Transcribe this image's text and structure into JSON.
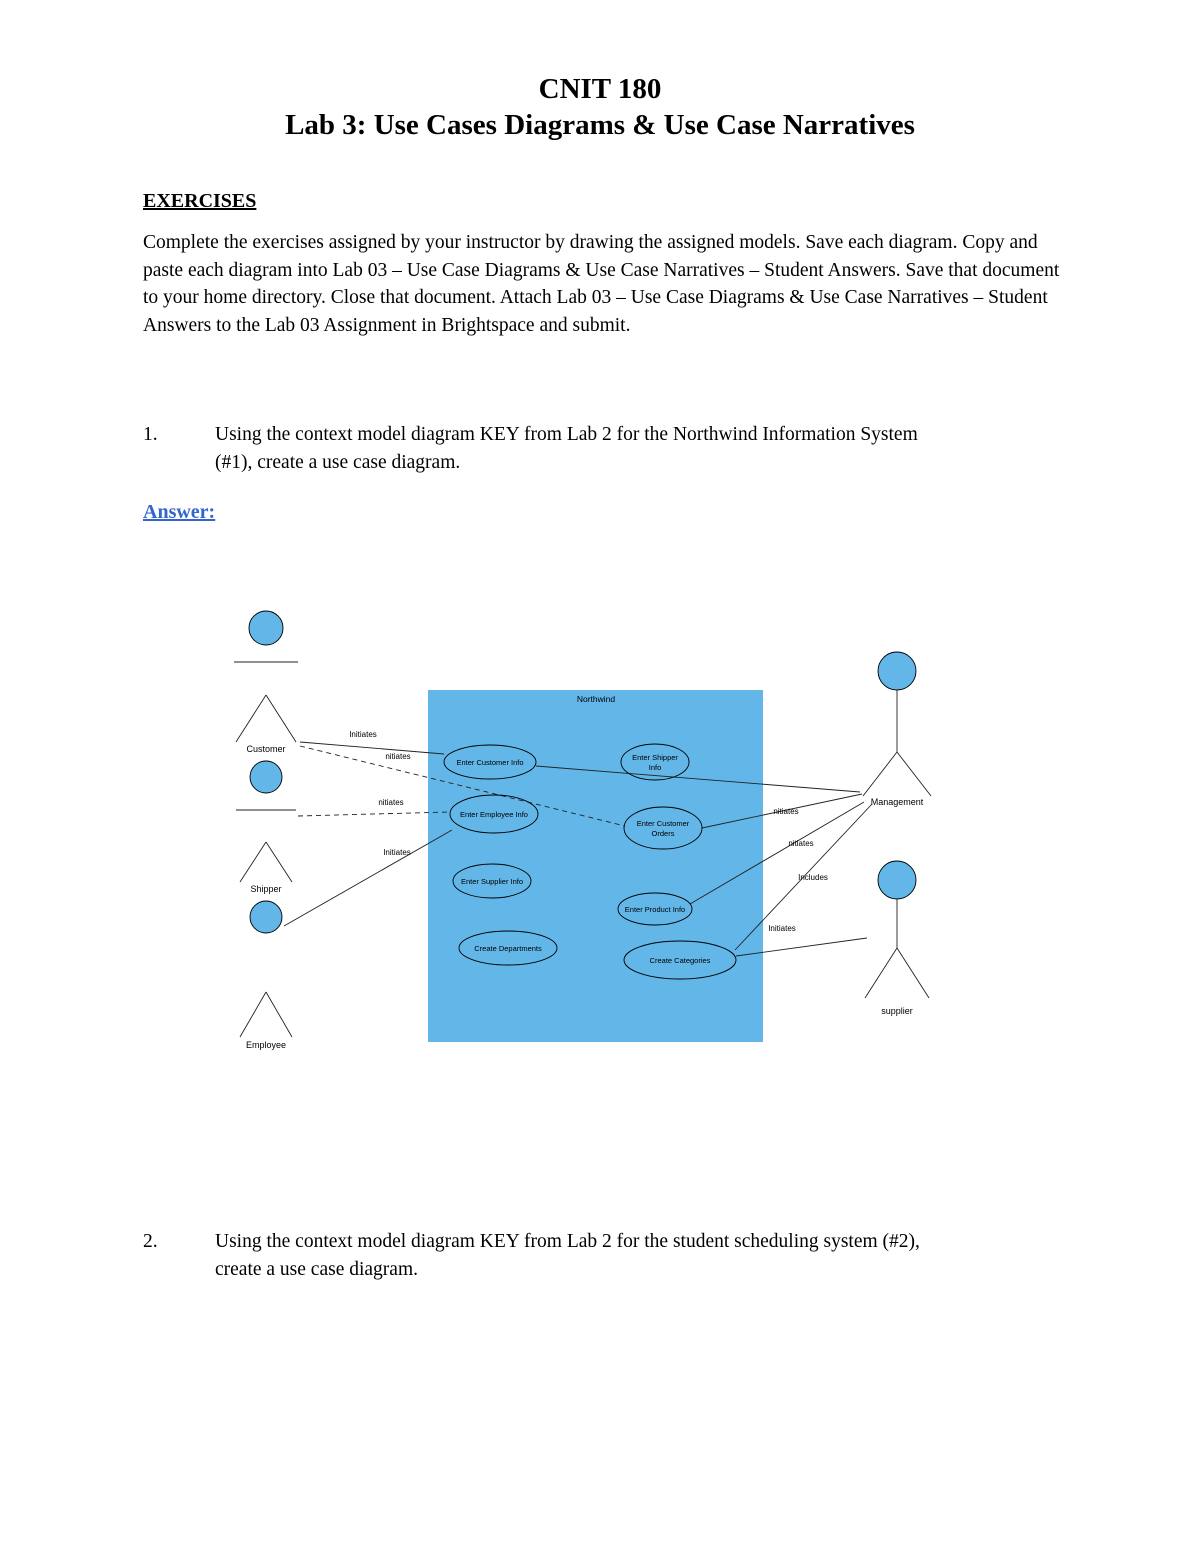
{
  "document": {
    "title_line1": "CNIT 180",
    "title_line2": "Lab 3: Use Cases Diagrams & Use Case Narratives",
    "exercises_heading": "EXERCISES",
    "intro_paragraph": "Complete the exercises assigned by your instructor by drawing the assigned models.  Save each diagram.  Copy and paste each diagram into Lab 03 – Use Case Diagrams & Use Case Narratives – Student Answers.  Save that document to your home directory.  Close that document.  Attach Lab 03 – Use Case Diagrams & Use Case Narratives – Student Answers to the Lab 03 Assignment in Brightspace and submit.",
    "answer_label": "Answer:",
    "exercises": [
      {
        "number": "1.",
        "text": "Using the context model diagram KEY from Lab 2 for the Northwind Information System (#1), create a use case diagram."
      },
      {
        "number": "2.",
        "text": "Using the context model diagram KEY from Lab 2 for the student scheduling system (#2), create a use case diagram."
      }
    ]
  },
  "diagram": {
    "system_label": "Northwind",
    "actors": [
      {
        "label": "Customer"
      },
      {
        "label": "Shipper"
      },
      {
        "label": "Employee"
      },
      {
        "label": "Management"
      },
      {
        "label": "supplier"
      }
    ],
    "use_cases": [
      {
        "lines": [
          "Enter Customer Info",
          ""
        ]
      },
      {
        "lines": [
          "Enter Shipper",
          "Info"
        ]
      },
      {
        "lines": [
          "Enter Employee Info",
          ""
        ]
      },
      {
        "lines": [
          "Enter Customer",
          "Orders"
        ]
      },
      {
        "lines": [
          "Enter Supplier Info",
          ""
        ]
      },
      {
        "lines": [
          "Enter Product Info",
          ""
        ]
      },
      {
        "lines": [
          "Create Departments",
          ""
        ]
      },
      {
        "lines": [
          "Create Categories",
          ""
        ]
      }
    ],
    "connector_labels": [
      "Initiates",
      "nitiates",
      "nitiates",
      "Initiates",
      "nitiates",
      "nitiates",
      "Includes",
      "Initiates"
    ]
  },
  "colors": {
    "system_fill": "#62B6E8",
    "answer_link_blue": "#3366CC"
  }
}
